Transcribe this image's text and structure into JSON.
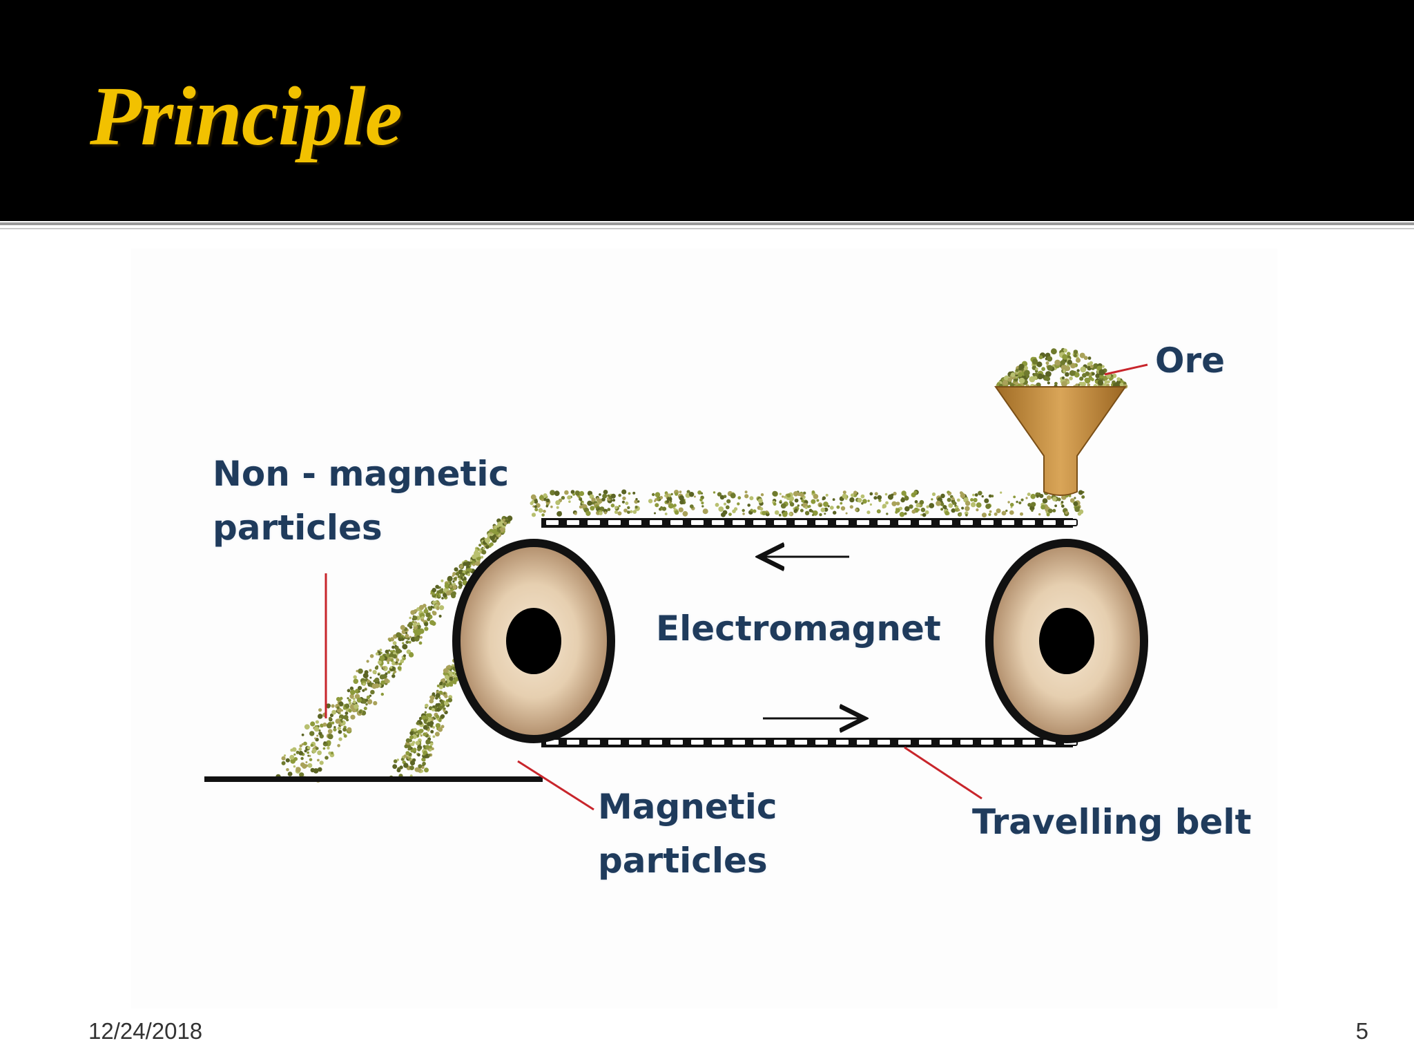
{
  "slide": {
    "title": "Principle",
    "date": "12/24/2018",
    "page_number": "5"
  },
  "diagram": {
    "labels": {
      "ore": "Ore",
      "non_magnetic_line1": "Non - magnetic",
      "non_magnetic_line2": "particles",
      "electromagnet": "Electromagnet",
      "magnetic_line1": "Magnetic",
      "magnetic_line2": "particles",
      "travelling_belt": "Travelling belt"
    },
    "colors": {
      "title": "#f2c100",
      "label_text": "#1f3b5c",
      "leader_line": "#c8252b",
      "funnel": "#c8933f",
      "particles": "#6f7a2e",
      "roller_fill": "#e6cfb0",
      "belt": "#111111"
    }
  }
}
